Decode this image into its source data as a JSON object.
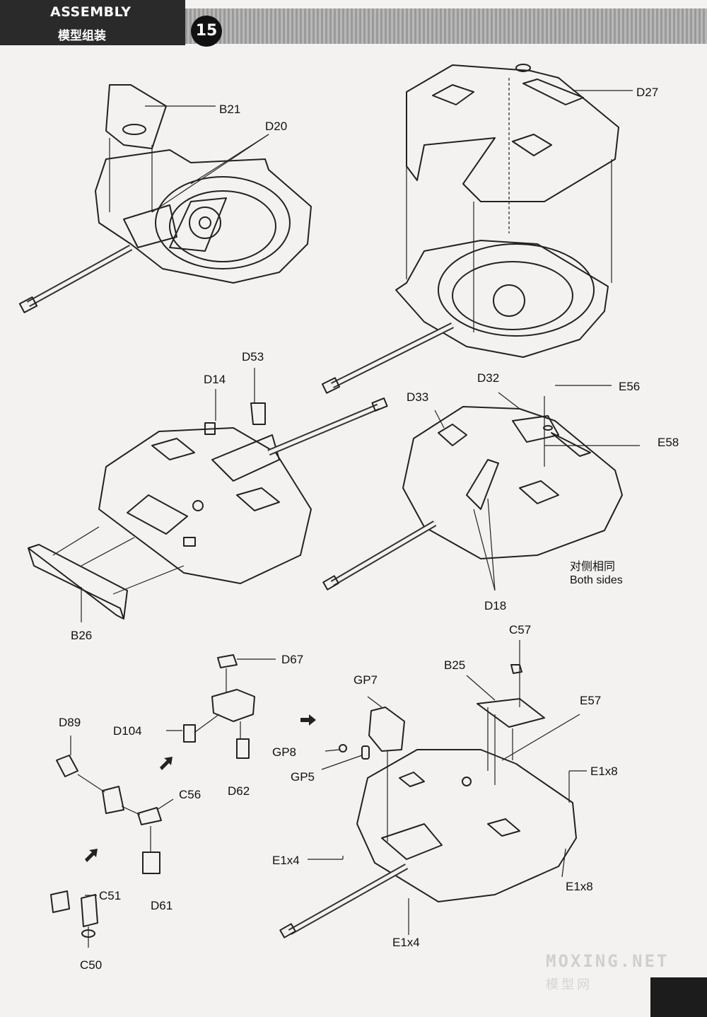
{
  "header": {
    "title": "ASSEMBLY",
    "subtitle": "模型组装",
    "step_number": "15"
  },
  "labels": {
    "b21": "B21",
    "d20": "D20",
    "d27": "D27",
    "d53": "D53",
    "d14": "D14",
    "d32": "D32",
    "e56": "E56",
    "d33": "D33",
    "e58": "E58",
    "b26": "B26",
    "d18": "D18",
    "c57": "C57",
    "d67": "D67",
    "gp7": "GP7",
    "b25": "B25",
    "e57": "E57",
    "d89": "D89",
    "d104": "D104",
    "gp8": "GP8",
    "gp5": "GP5",
    "e1x8_a": "E1x8",
    "c56": "C56",
    "d62": "D62",
    "e1x4_a": "E1x4",
    "e1x8_b": "E1x8",
    "c51": "C51",
    "d61": "D61",
    "e1x4_b": "E1x4",
    "c50": "C50"
  },
  "notes": {
    "both_sides_cn": "对侧相同",
    "both_sides_en": "Both sides"
  },
  "watermark": {
    "text": "MOXING.NET",
    "text_cn": "模型网"
  }
}
